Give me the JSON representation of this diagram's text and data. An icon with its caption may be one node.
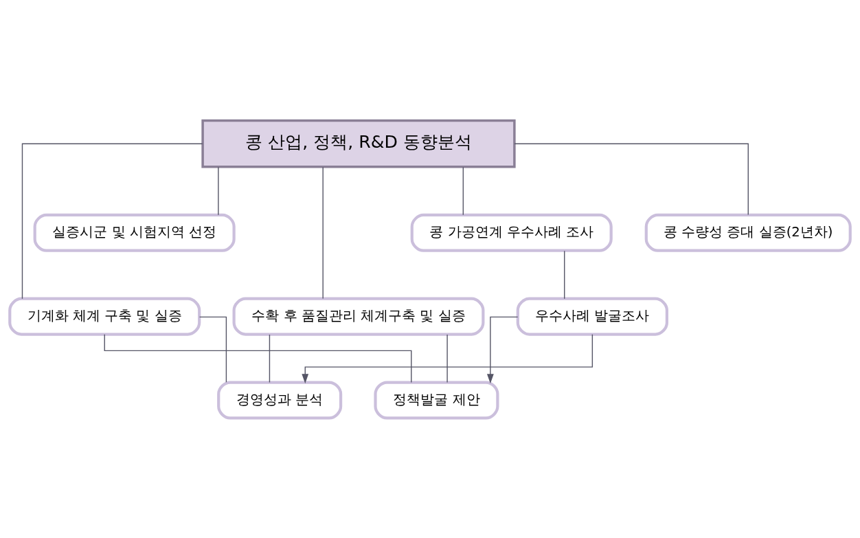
{
  "diagram": {
    "nodes": [
      {
        "text": [
          "콩 산업, 정책, R&D 동향분석"
        ]
      },
      {
        "text": [
          "실증시군 및 시험지역 선정"
        ]
      },
      {
        "text": [
          "기계화 체계 구축 및 실증"
        ]
      },
      {
        "text": [
          "콩 수량성 증대 실증(2년차)"
        ]
      },
      {
        "text": [
          "수확 후 품질관리 체계구축 및 실증"
        ]
      },
      {
        "text": [
          "콩 가공연계 우수사례 조사"
        ]
      },
      {
        "text": [
          "우수사례 발굴조사"
        ]
      },
      {
        "text": [
          "경영성과 분석"
        ]
      },
      {
        "text": [
          "정책발굴 제안"
        ]
      }
    ],
    "edges": [
      {
        "from": 0,
        "to": 1,
        "arrow": "none"
      },
      {
        "from": 0,
        "to": 2,
        "arrow": "none"
      },
      {
        "from": 0,
        "to": 3,
        "arrow": "none"
      },
      {
        "from": 0,
        "to": 4,
        "arrow": "none"
      },
      {
        "from": 0,
        "to": 5,
        "arrow": "none"
      },
      {
        "from": 5,
        "to": 6,
        "arrow": "none"
      },
      {
        "from": 2,
        "to": 7,
        "arrow": "none"
      },
      {
        "from": 2,
        "to": 8,
        "arrow": "none"
      },
      {
        "from": 4,
        "to": 7,
        "arrow": "none"
      },
      {
        "from": 4,
        "to": 8,
        "arrow": "none"
      },
      {
        "from": 6,
        "to": 7,
        "arrow": "to"
      },
      {
        "from": 6,
        "to": 8,
        "arrow": "to"
      }
    ]
  }
}
